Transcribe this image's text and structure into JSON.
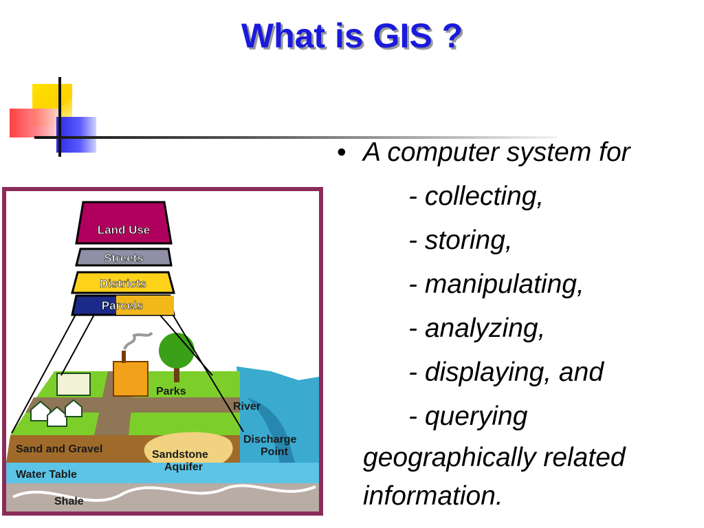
{
  "slide": {
    "title": "What is GIS ?",
    "bullet_symbol": "•",
    "bullet_main": "A computer system for",
    "items": [
      "- collecting,",
      "- storing,",
      "- manipulating,",
      "- analyzing,",
      "- displaying, and",
      "- querying"
    ],
    "continuation": [
      "geographically related",
      "information."
    ]
  },
  "figure": {
    "layers": [
      "Land Use",
      "Streets",
      "Districts",
      "Parcels"
    ],
    "labels": {
      "parks": "Parks",
      "river": "River",
      "discharge_line1": "Discharge",
      "discharge_line2": "Point",
      "sand_gravel": "Sand and Gravel",
      "sandstone_line1": "Sandstone",
      "sandstone_line2": "Aquifer",
      "water_table": "Water Table",
      "shale": "Shale"
    }
  },
  "colors": {
    "title": "#1a1adc",
    "frame": "#8a2c5a",
    "land_use": "#b0005e",
    "streets": "#8f8fa6",
    "districts": "#ffd21a",
    "parcels": "#1c2a8a"
  }
}
